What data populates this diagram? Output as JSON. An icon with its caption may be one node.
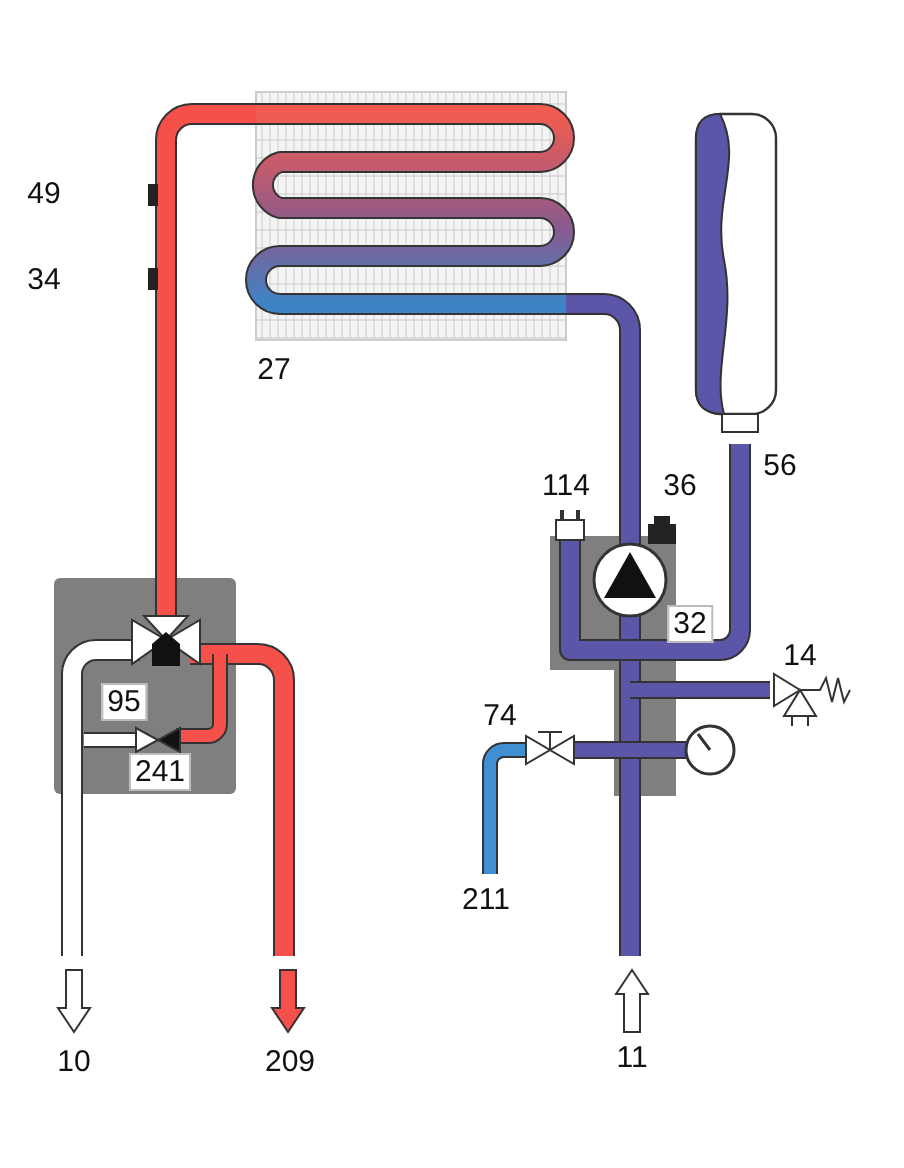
{
  "diagram": {
    "labels": [
      "49",
      "34",
      "27",
      "114",
      "36",
      "56",
      "32",
      "14",
      "95",
      "74",
      "241",
      "211",
      "10",
      "209",
      "11"
    ]
  }
}
